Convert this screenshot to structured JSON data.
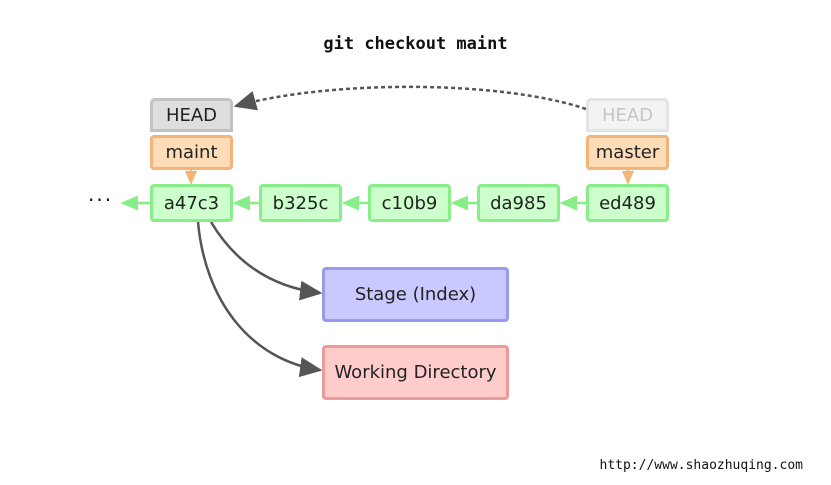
{
  "title": "git checkout maint",
  "url": "http://www.shaozhuqing.com",
  "ellipsis": "···",
  "head_label": "HEAD",
  "head_ghost_label": "HEAD",
  "branches": {
    "maint": "maint",
    "master": "master"
  },
  "commits": [
    "a47c3",
    "b325c",
    "c10b9",
    "da985",
    "ed489"
  ],
  "stage_label": "Stage (Index)",
  "working_dir_label": "Working Directory",
  "colors": {
    "commit_fill": "#ccffcc",
    "commit_border": "#88ee88",
    "branch_fill": "#ffdcb8",
    "branch_border": "#f2b477",
    "head_fill": "#dedede",
    "head_border": "#c2c2c2",
    "stage_fill": "#c9c9ff",
    "stage_border": "#9999ee",
    "wd_fill": "#ffcccc",
    "wd_border": "#ee9999",
    "arrow": "#555555"
  }
}
